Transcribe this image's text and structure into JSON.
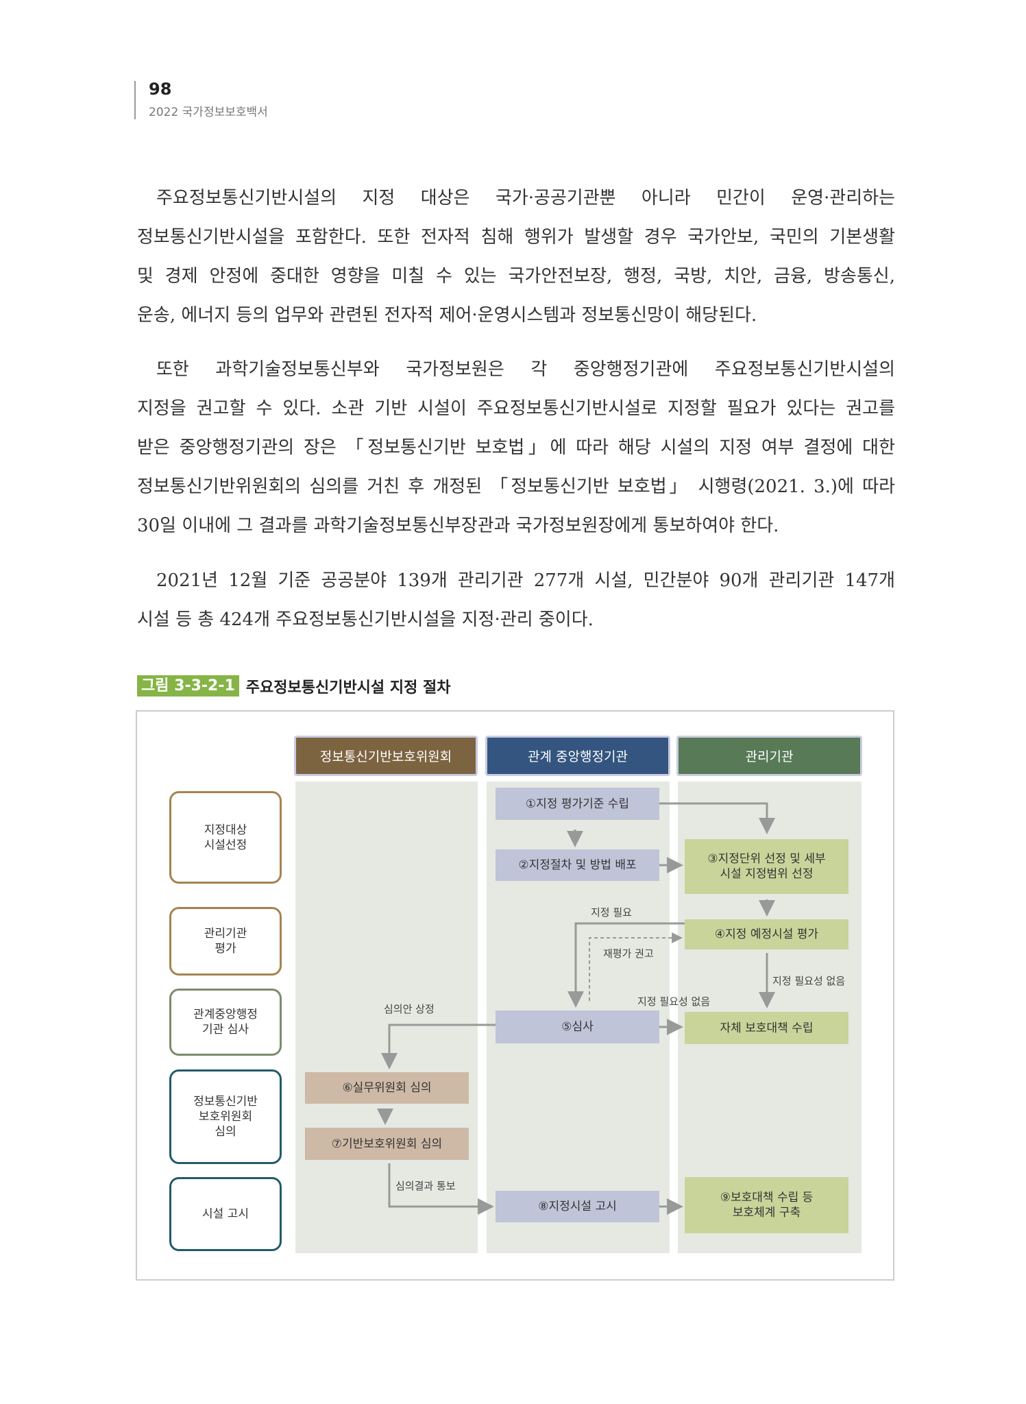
{
  "header": {
    "page_number": "98",
    "book_title": "2022 국가정보보호백서"
  },
  "paragraphs": [
    [
      "주요정보통신기반시설의 지정 대상은 국가·공공기관뿐 아니라 민간이 운영·관리하는",
      "정보통신기반시설을 포함한다. 또한 전자적 침해 행위가 발생할 경우 국가안보, 국민의 기본생활",
      "및 경제 안정에 중대한 영향을 미칠 수 있는 국가안전보장, 행정, 국방, 치안, 금융, 방송통신,",
      "운송, 에너지 등의 업무와 관련된 전자적 제어·운영시스템과 정보통신망이 해당된다."
    ],
    [
      "또한 과학기술정보통신부와 국가정보원은 각 중앙행정기관에 주요정보통신기반시설의",
      "지정을 권고할 수 있다. 소관 기반 시설이 주요정보통신기반시설로 지정할 필요가 있다는 권고를",
      "받은 중앙행정기관의 장은 「정보통신기반 보호법」에 따라 해당 시설의 지정 여부 결정에 대한",
      "정보통신기반위원회의 심의를 거친 후 개정된 「정보통신기반 보호법」 시행령(2021. 3.)에 따라",
      "30일 이내에 그 결과를 과학기술정보통신부장관과 국가정보원장에게 통보하여야 한다."
    ],
    [
      "2021년 12월 기준 공공분야 139개 관리기관 277개 시설, 민간분야 90개 관리기관 147개",
      "시설 등 총 424개 주요정보통신기반시설을 지정·관리 중이다."
    ]
  ],
  "figure": {
    "label": "그림 3-3-2-1",
    "title": "주요정보통신기반시설 지정 절차",
    "columns": [
      "정보통신기반보호위원회",
      "관계 중앙행정기관",
      "관리기관"
    ],
    "colors": {
      "col1": "#7d6441",
      "col2": "#33557f",
      "col3": "#587a57"
    },
    "stages": [
      "지정대상\n시설선정",
      "관리기관\n평가",
      "관계중앙행정\n기관 심사",
      "정보통신기반\n보호위원회\n심의",
      "시설 고시"
    ],
    "steps": {
      "s1": "①지정 평가기준 수립",
      "s2": "②지정절차 및 방법 배포",
      "s3": "③지정단위 선정 및 세부\n시설 지정범위 선정",
      "s4": "④지정 예정시설 평가",
      "s5": "⑤심사",
      "self": "자체 보호대책 수립",
      "s6": "⑥실무위원회 심의",
      "s7": "⑦기반보호위원회 심의",
      "s8": "⑧지정시설 고시",
      "s9": "⑨보호대책 수립 등\n보호체계 구축"
    },
    "labels": {
      "need": "지정 필요",
      "reeval": "재평가 권고",
      "noneed1": "지정 필요성 없음",
      "noneed2": "지정 필요성 없음",
      "submit": "심의안 상정",
      "notify": "심의결과 통보"
    }
  }
}
